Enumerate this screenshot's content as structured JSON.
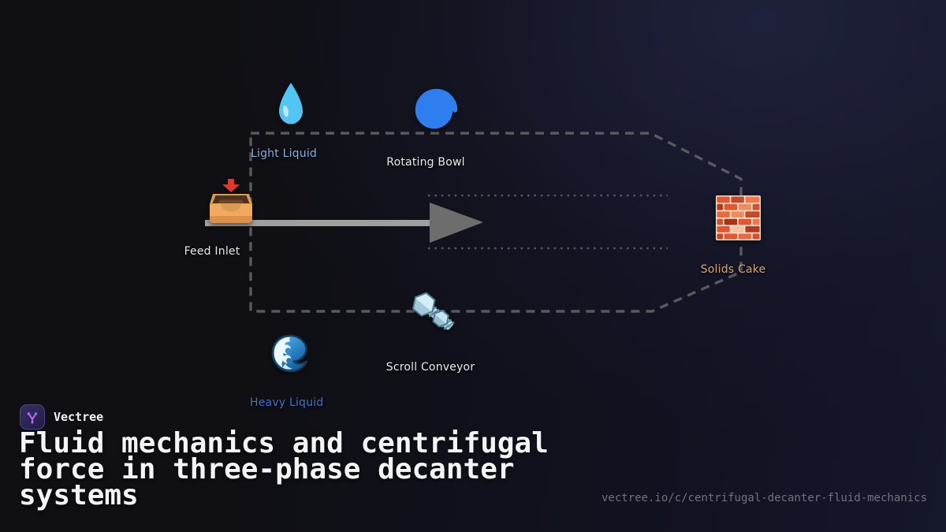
{
  "brand": {
    "name": "Vectree"
  },
  "title": {
    "full": "Fluid mechanics and centrifugal force in three-phase decanter systems",
    "lines": [
      "Fluid mechanics and centrifugal",
      "force in three-phase decanter",
      "systems"
    ]
  },
  "footer": {
    "url": "vectree.io/c/centrifugal-decanter-fluid-mechanics",
    "url_color": "#70737d"
  },
  "diagram": {
    "outline_color": "#585a5e",
    "interface_line_color": "#53555a",
    "arrow_shaft_color": "#9f9f9f",
    "arrow_head_color": "#6d6d6d",
    "nodes": [
      {
        "id": "feed-inlet",
        "label": "Feed Inlet",
        "icon": "inbox-tray-icon",
        "label_color": "#e8e8e8"
      },
      {
        "id": "light-liquid",
        "label": "Light Liquid",
        "icon": "droplet-icon",
        "label_color": "#84aede"
      },
      {
        "id": "rotating-bowl",
        "label": "Rotating Bowl",
        "icon": "cyclone-icon",
        "label_color": "#e8e8e8"
      },
      {
        "id": "heavy-liquid",
        "label": "Heavy Liquid",
        "icon": "water-wave-icon",
        "label_color": "#3d72c8"
      },
      {
        "id": "scroll-conveyor",
        "label": "Scroll Conveyor",
        "icon": "nut-and-bolt-icon",
        "label_color": "#e8e8e8"
      },
      {
        "id": "solids-cake",
        "label": "Solids Cake",
        "icon": "brick-icon",
        "label_color": "#d9a368"
      }
    ]
  }
}
